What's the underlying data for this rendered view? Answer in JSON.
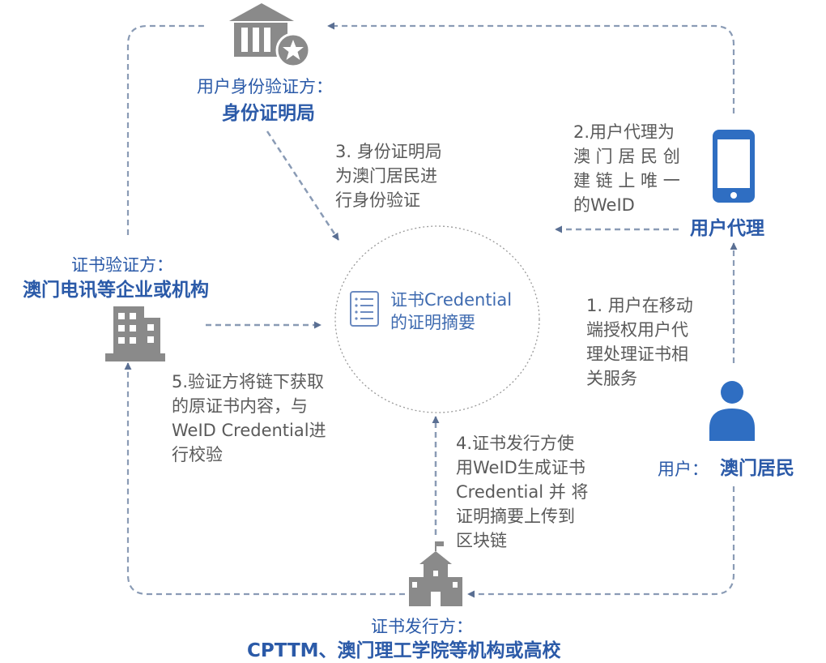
{
  "identity_verifier": {
    "role": "用户身份验证方：",
    "entity": "身份证明局",
    "icon": "government-building-star-icon"
  },
  "credential_verifier": {
    "role": "证书验证方：",
    "entity": "澳门电讯等企业或机构",
    "icon": "office-building-icon"
  },
  "user_agent": {
    "entity": "用户代理",
    "icon": "mobile-phone-icon"
  },
  "user": {
    "role": "用户：",
    "entity": "澳门居民",
    "icon": "person-icon"
  },
  "issuer": {
    "role": "证书发行方：",
    "entity": "CPTTM、澳门理工学院等机构或高校",
    "icon": "school-building-icon"
  },
  "center": {
    "lines": [
      "证书Credential",
      "的证明摘要"
    ],
    "icon": "document-list-icon"
  },
  "steps": {
    "step1": [
      "1. 用户在移动",
      "端授权用户代",
      "理处理证书相",
      "关服务"
    ],
    "step2": [
      "2.用户代理为",
      "澳 门 居 民 创",
      "建 链 上 唯 一",
      "的WeID"
    ],
    "step3": [
      "3. 身份证明局",
      "为澳门居民进",
      "行身份验证"
    ],
    "step4": [
      "4.证书发行方使",
      "用WeID生成证书",
      "Credential 并 将",
      "证明摘要上传到",
      "区块链"
    ],
    "step5": [
      "5.验证方将链下获取",
      "的原证书内容，与",
      "WeID Credential进",
      "行校验"
    ]
  },
  "colors": {
    "accent": "#2b5aa8",
    "icon_gray": "#8a8a8a",
    "phone_blue": "#2f6ec2",
    "dash": "#8a9bb5",
    "arrow": "#5a6f93"
  }
}
